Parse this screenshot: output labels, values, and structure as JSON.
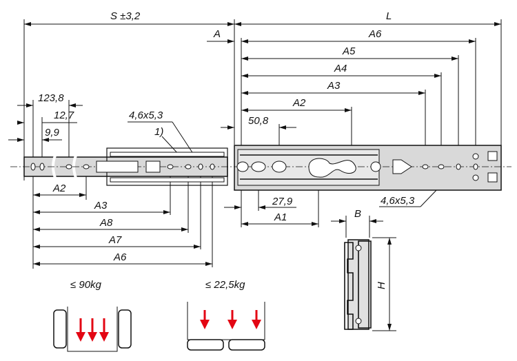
{
  "top_dims": {
    "s": "S ±3,2",
    "l": "L",
    "a": "A",
    "a6": "A6",
    "a5": "A5",
    "a4": "A4",
    "a3": "A3",
    "a2": "A2",
    "d50": "50,8"
  },
  "left_dims": {
    "d123": "123,8",
    "d12": "12,7",
    "d9": "9,9",
    "hole": "4,6x5,3",
    "note": "1)"
  },
  "bottom_left_dims": {
    "a2": "A2",
    "a3": "A3",
    "a8": "A8",
    "a7": "A7",
    "a6": "A6"
  },
  "right_dims": {
    "d27": "27,9",
    "a1": "A1",
    "hole": "4,6x5,3"
  },
  "profile": {
    "b": "B",
    "h": "H"
  },
  "loads": {
    "side": "≤ 90kg",
    "flat": "≤ 22,5kg"
  },
  "colors": {
    "arrow": "#e30613",
    "rail": "#d9d9d9"
  }
}
